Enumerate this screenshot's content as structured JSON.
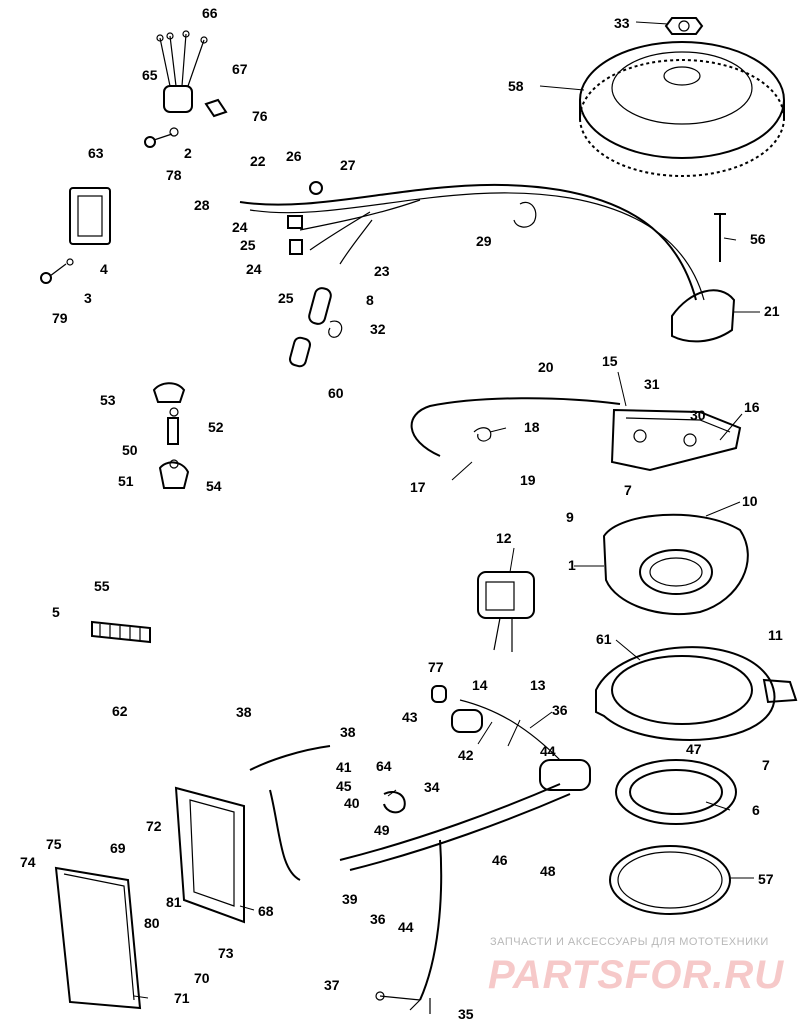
{
  "labels": [
    "1",
    "2",
    "3",
    "4",
    "5",
    "6",
    "7",
    "7",
    "8",
    "9",
    "10",
    "11",
    "12",
    "13",
    "14",
    "15",
    "16",
    "17",
    "18",
    "19",
    "20",
    "21",
    "22",
    "23",
    "24",
    "24",
    "25",
    "25",
    "26",
    "27",
    "28",
    "29",
    "30",
    "31",
    "32",
    "33",
    "34",
    "35",
    "36",
    "36",
    "37",
    "38",
    "38",
    "39",
    "40",
    "41",
    "42",
    "43",
    "44",
    "44",
    "45",
    "46",
    "47",
    "48",
    "49",
    "50",
    "51",
    "52",
    "53",
    "54",
    "55",
    "56",
    "57",
    "58",
    "60",
    "61",
    "62",
    "63",
    "64",
    "65",
    "66",
    "67",
    "68",
    "69",
    "70",
    "71",
    "72",
    "73",
    "74",
    "75",
    "76",
    "77",
    "78",
    "79",
    "80",
    "81"
  ],
  "watermark": {
    "tagline": "ЗАПЧАСТИ И АКСЕССУАРЫ ДЛЯ МОТОТЕХНИКИ",
    "brand": "PARTSFOR.RU"
  }
}
